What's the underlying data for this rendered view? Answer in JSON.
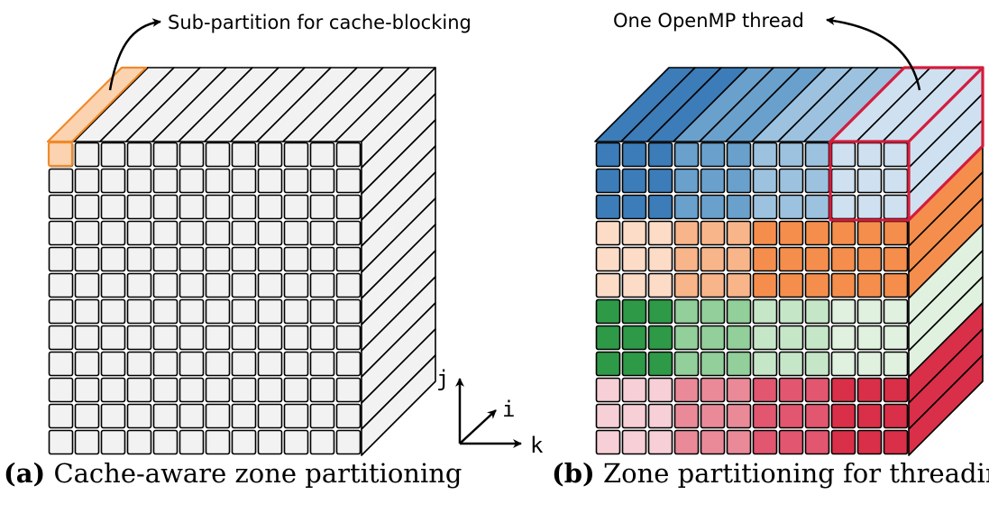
{
  "panel_a": {
    "annotation": "Sub-partition for cache-blocking",
    "caption_label": "(a)",
    "caption_text": "Cache-aware zone partitioning",
    "cube_face_color": "#f2f2f2",
    "highlight_color": "#fbd3b0",
    "highlight_stroke": "#f08a2c"
  },
  "panel_b": {
    "annotation": "One OpenMP thread",
    "caption_label": "(b)",
    "caption_text": "Zone partitioning for threading",
    "thread_outline_color": "#d41c3c",
    "zones": [
      {
        "name": "blue",
        "colors": [
          "#3c7cb8",
          "#6aa0cc",
          "#9cc2df",
          "#cfe1f0"
        ]
      },
      {
        "name": "orange",
        "colors": [
          "#fcdcc7",
          "#f9b58a",
          "#f58e4c",
          "#f58e4c"
        ]
      },
      {
        "name": "green",
        "colors": [
          "#2e9a48",
          "#92cf9a",
          "#c6e6c8",
          "#e0f1df"
        ]
      },
      {
        "name": "red",
        "colors": [
          "#f7cfd6",
          "#ea8a99",
          "#e2566f",
          "#da2f48"
        ]
      }
    ]
  },
  "axes": {
    "j": "j",
    "i": "i",
    "k": "k"
  }
}
